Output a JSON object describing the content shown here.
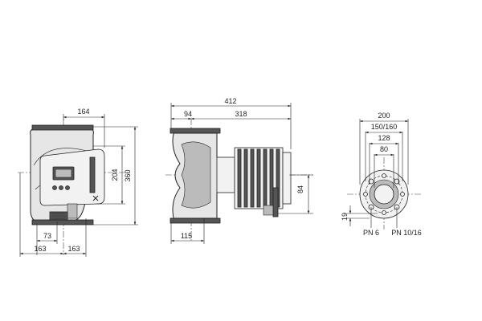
{
  "front_view": {
    "dims": {
      "top_width": "164",
      "height_204": "204",
      "height_360": "360",
      "offset_73": "73",
      "left_163": "163",
      "right_163": "163"
    }
  },
  "side_view": {
    "dims": {
      "overall_length": "412",
      "left_94": "94",
      "right_318": "318",
      "bottom_115": "115",
      "height_84": "84"
    }
  },
  "flange_view": {
    "dims": {
      "d_200": "200",
      "d_150_160": "150/160",
      "d_128": "128",
      "d_80": "80",
      "d_19": "19"
    },
    "labels": {
      "pn6": "PN 6",
      "pn10_16": "PN 10/16"
    }
  }
}
